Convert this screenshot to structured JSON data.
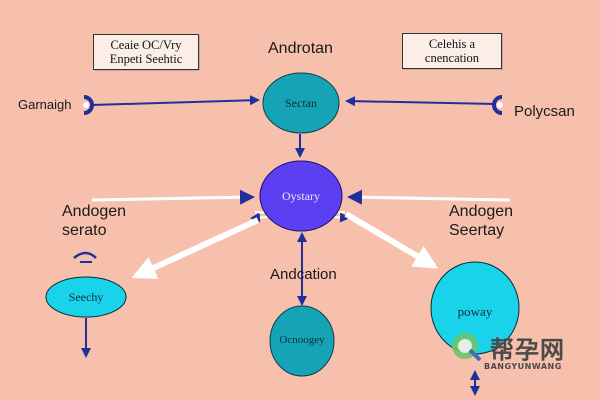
{
  "colors": {
    "background": "#f7c0ad",
    "arrow_blue": "#1f2f9e",
    "arrow_white": "#ffffff",
    "node_teal": "#16a3b6",
    "node_violet": "#5b3ff0",
    "node_cyan": "#19d3ea"
  },
  "boxes": {
    "top_left": [
      "Ceaie OC/Vry",
      "Enpeti Seehtic"
    ],
    "top_right": [
      "Celehis a",
      "cnencation"
    ]
  },
  "labels": {
    "top_center": "Androtan",
    "left": "Garnaigh",
    "right": "Polycsan",
    "left_mid_line1": "Andogen",
    "left_mid_line2": "serato",
    "right_mid_line1": "Andogen",
    "right_mid_line2": "Seertay",
    "center_bottom": "Andcation"
  },
  "nodes": {
    "top": "Sectan",
    "middle": "Oystary",
    "bottom_left": "Seechy",
    "bottom_center": "Ocnoogey",
    "bottom_right": "poway"
  },
  "watermark": {
    "chinese": "帮孕网",
    "latin": "BANGYUNWANG"
  }
}
